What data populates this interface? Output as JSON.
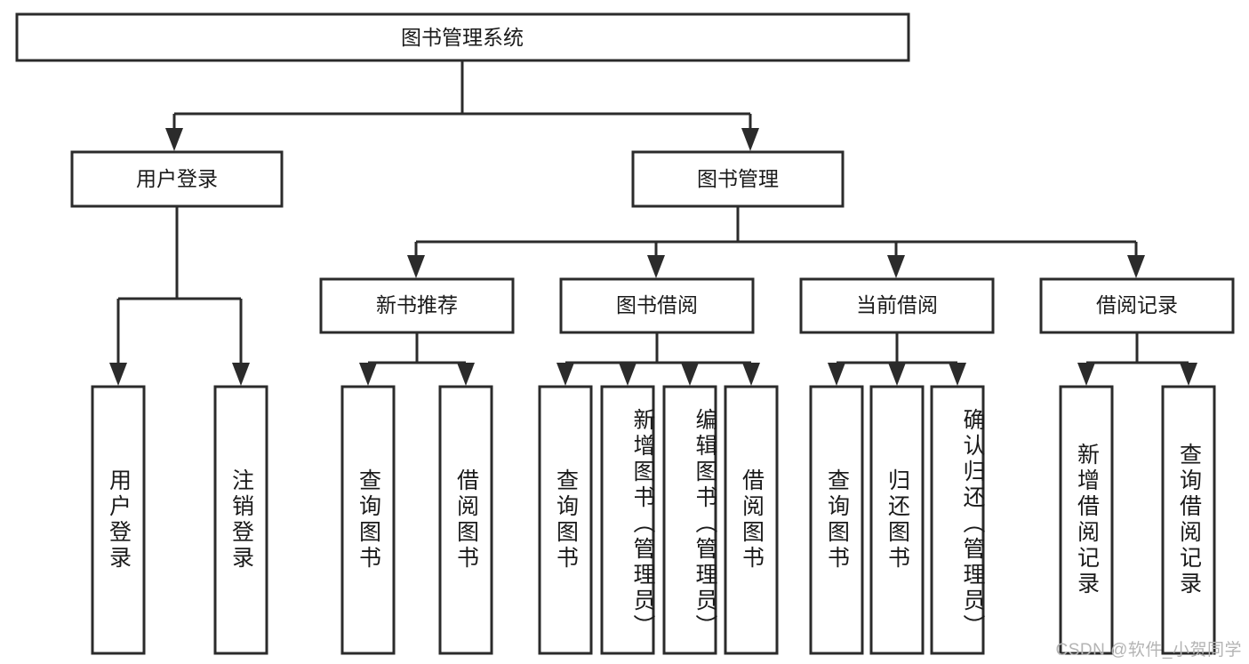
{
  "diagram": {
    "title_node": {
      "label": "图书管理系统"
    },
    "level2": [
      {
        "id": "user-login",
        "label": "用户登录"
      },
      {
        "id": "book-management",
        "label": "图书管理"
      }
    ],
    "level3": [
      {
        "id": "new-book-recommend",
        "label": "新书推荐"
      },
      {
        "id": "book-borrow",
        "label": "图书借阅"
      },
      {
        "id": "current-borrow",
        "label": "当前借阅"
      },
      {
        "id": "borrow-record",
        "label": "借阅记录"
      }
    ],
    "leaves": [
      {
        "id": "leaf-user-login",
        "parent": "user-login",
        "label": "用户登录"
      },
      {
        "id": "leaf-logout-login",
        "parent": "user-login",
        "label": "注销登录"
      },
      {
        "id": "leaf-query-book-1",
        "parent": "new-book-recommend",
        "label": "查询图书"
      },
      {
        "id": "leaf-borrow-book-1",
        "parent": "new-book-recommend",
        "label": "借阅图书"
      },
      {
        "id": "leaf-query-book-2",
        "parent": "book-borrow",
        "label": "查询图书"
      },
      {
        "id": "leaf-add-book",
        "parent": "book-borrow",
        "label": "新增图书（管理员）"
      },
      {
        "id": "leaf-edit-book",
        "parent": "book-borrow",
        "label": "编辑图书（管理员）"
      },
      {
        "id": "leaf-borrow-book-2",
        "parent": "book-borrow",
        "label": "借阅图书"
      },
      {
        "id": "leaf-query-book-3",
        "parent": "current-borrow",
        "label": "查询图书"
      },
      {
        "id": "leaf-return-book",
        "parent": "current-borrow",
        "label": "归还图书"
      },
      {
        "id": "leaf-confirm-return",
        "parent": "current-borrow",
        "label": "确认归还（管理员）"
      },
      {
        "id": "leaf-add-record",
        "parent": "borrow-record",
        "label": "新增借阅记录"
      },
      {
        "id": "leaf-query-record",
        "parent": "borrow-record",
        "label": "查询借阅记录"
      }
    ],
    "watermark": "CSDN @软件_小贺同学",
    "colors": {
      "stroke": "#2b2b2b",
      "box_fill": "#ffffff",
      "text": "#1a1a1a",
      "watermark": "#b4b4b4",
      "background": "#ffffff"
    }
  }
}
